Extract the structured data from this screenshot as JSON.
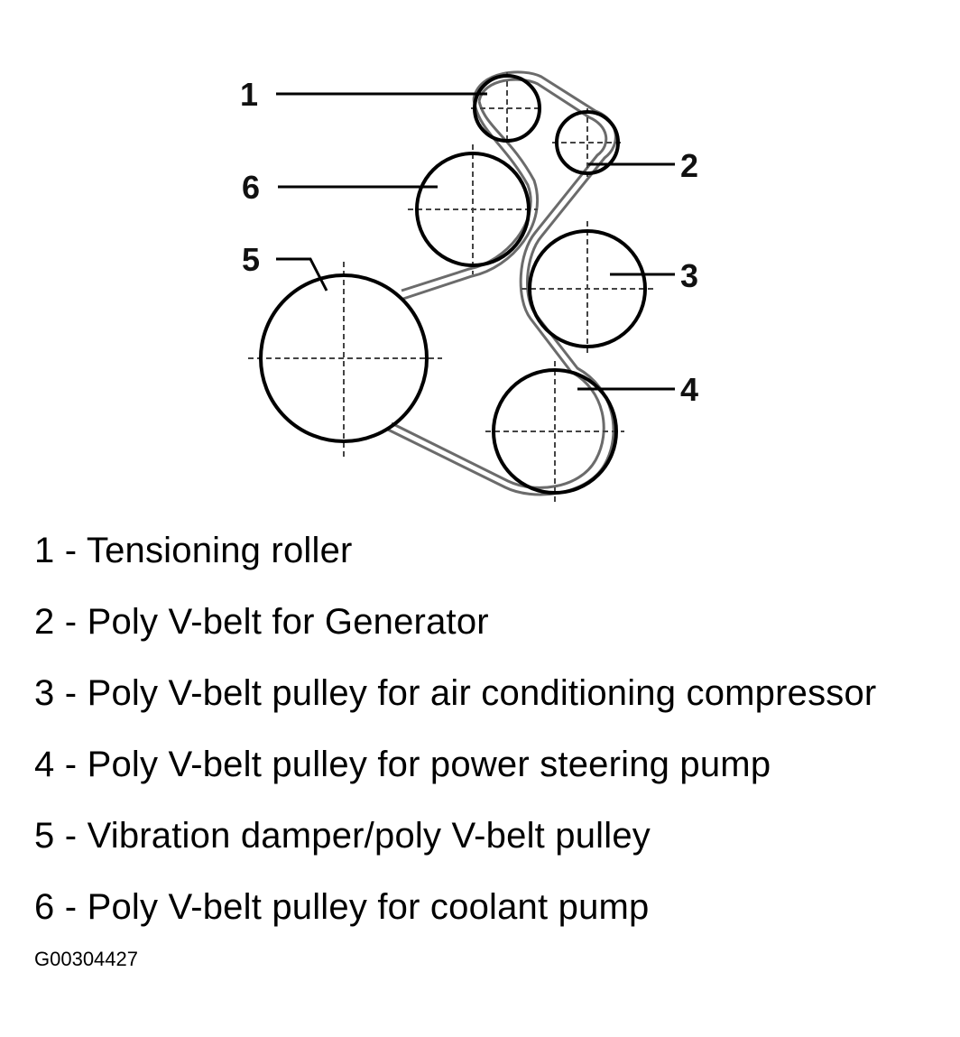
{
  "diagram": {
    "callouts": [
      "1",
      "2",
      "3",
      "4",
      "5",
      "6"
    ]
  },
  "legend": [
    {
      "number": "1",
      "text": "1 - Tensioning roller"
    },
    {
      "number": "2",
      "text": "2 - Poly V-belt for Generator"
    },
    {
      "number": "3",
      "text": "3 - Poly V-belt pulley for air conditioning compressor"
    },
    {
      "number": "4",
      "text": "4 - Poly V-belt pulley for power steering pump"
    },
    {
      "number": "5",
      "text": "5 - Vibration damper/poly V-belt pulley"
    },
    {
      "number": "6",
      "text": "6 - Poly V-belt pulley for coolant pump"
    }
  ],
  "figure_id": "G00304427"
}
